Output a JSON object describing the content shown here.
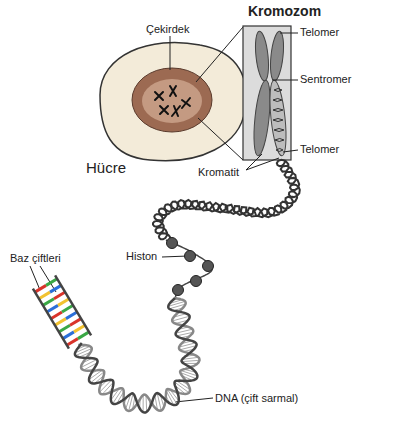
{
  "diagram": {
    "labels": [
      "Kromozom",
      "Çekirdek",
      "Telomer",
      "Sentromer",
      "Hücre",
      "Telomer",
      "Kromatit",
      "Histon",
      "Baz çiftleri",
      "DNA (çift sarmal)"
    ]
  }
}
